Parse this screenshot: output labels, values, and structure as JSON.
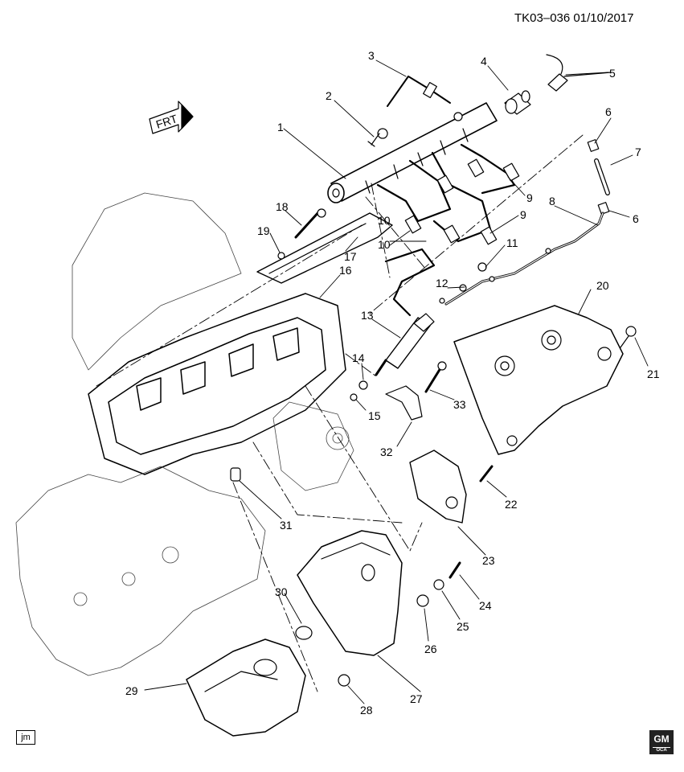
{
  "header": {
    "code": "TK03–036",
    "date": "01/10/2017"
  },
  "orientation_label": "FRT",
  "footer": {
    "initials": "jm",
    "logo_text": "GM",
    "logo_subtext": "OCA"
  },
  "callouts": [
    "1",
    "2",
    "3",
    "4",
    "5",
    "6",
    "6",
    "7",
    "8",
    "9",
    "9",
    "10",
    "10",
    "11",
    "12",
    "13",
    "14",
    "15",
    "16",
    "17",
    "18",
    "19",
    "20",
    "21",
    "22",
    "23",
    "24",
    "25",
    "26",
    "27",
    "28",
    "29",
    "30",
    "31",
    "32",
    "33"
  ]
}
